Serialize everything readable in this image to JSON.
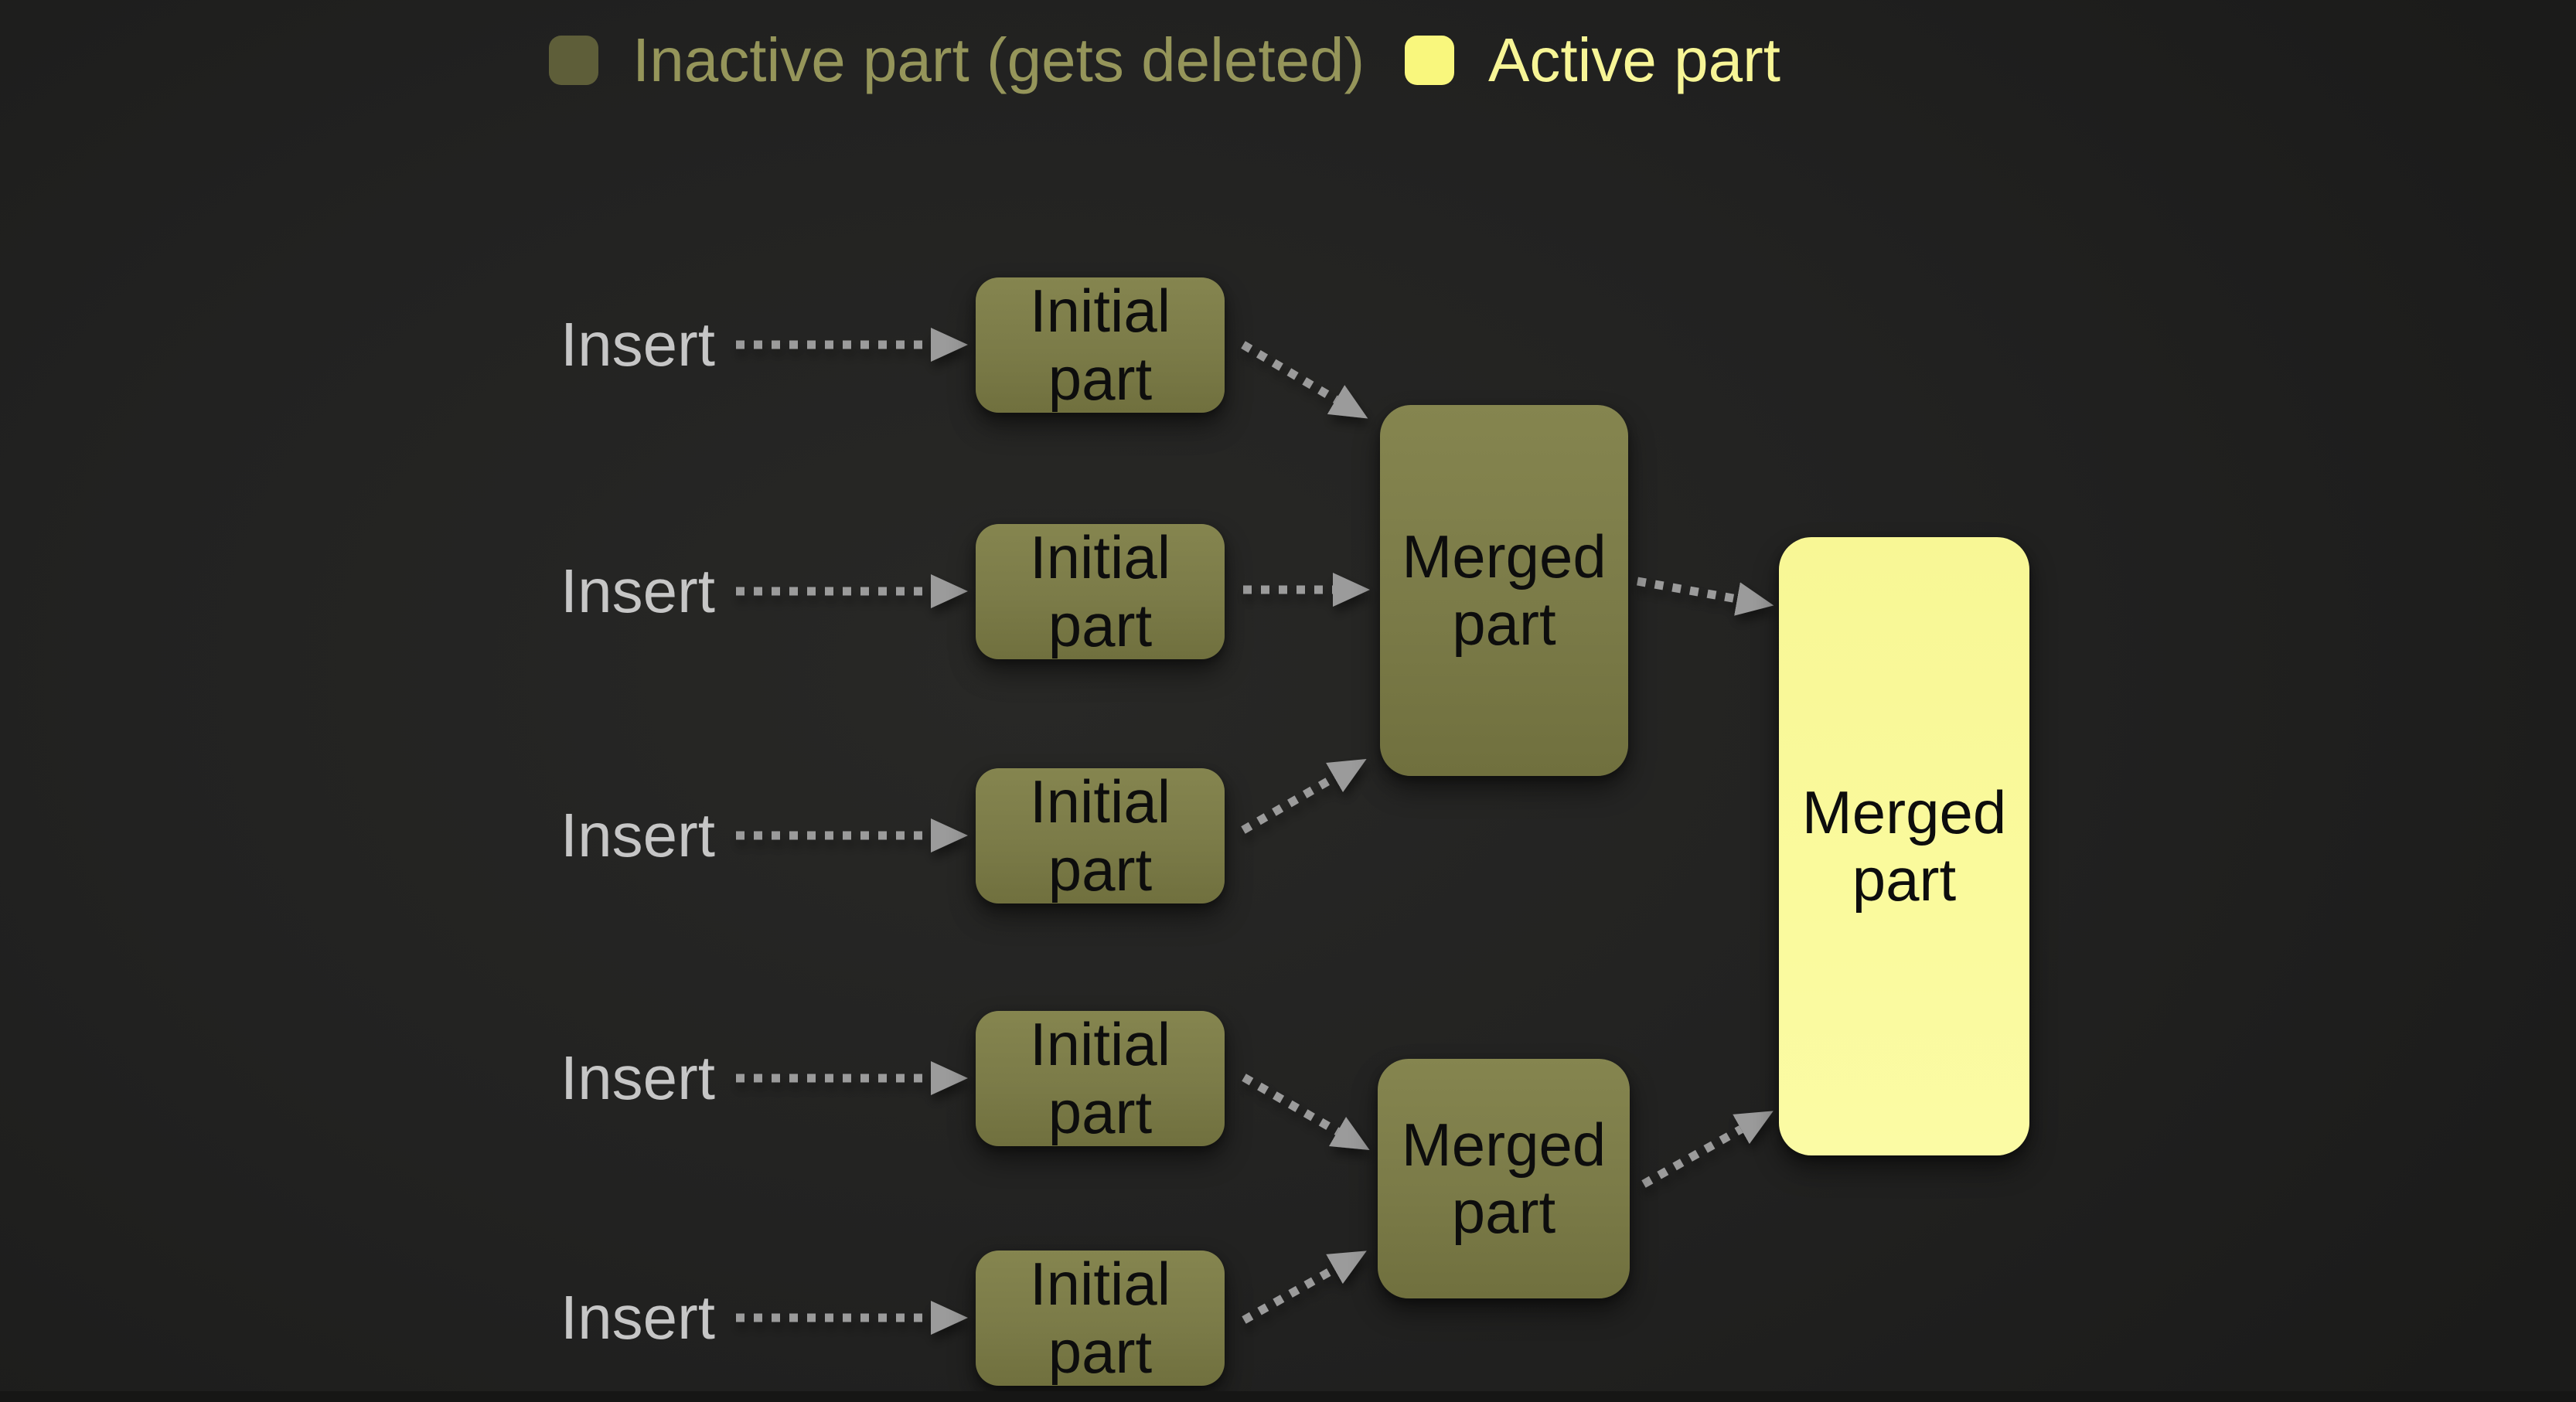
{
  "legend": {
    "inactive_label": "Inactive part (gets deleted)",
    "active_label": "Active part",
    "inactive_color": "#5e5e39",
    "active_color": "#f9f77d",
    "inactive_text_color": "#95955a",
    "active_text_color": "#f7f596"
  },
  "diagram": {
    "insert_label": "Insert",
    "nodes": [
      {
        "id": "initial-1",
        "label": "Initial part",
        "state": "inactive"
      },
      {
        "id": "initial-2",
        "label": "Initial part",
        "state": "inactive"
      },
      {
        "id": "initial-3",
        "label": "Initial part",
        "state": "inactive"
      },
      {
        "id": "initial-4",
        "label": "Initial part",
        "state": "inactive"
      },
      {
        "id": "initial-5",
        "label": "Initial part",
        "state": "inactive"
      },
      {
        "id": "merged-1",
        "label": "Merged part",
        "state": "inactive"
      },
      {
        "id": "merged-2",
        "label": "Merged part",
        "state": "inactive"
      },
      {
        "id": "merged-final",
        "label": "Merged part",
        "state": "active"
      }
    ],
    "edges": [
      {
        "from": "insert-1",
        "to": "initial-1"
      },
      {
        "from": "insert-2",
        "to": "initial-2"
      },
      {
        "from": "insert-3",
        "to": "initial-3"
      },
      {
        "from": "insert-4",
        "to": "initial-4"
      },
      {
        "from": "insert-5",
        "to": "initial-5"
      },
      {
        "from": "initial-1",
        "to": "merged-1"
      },
      {
        "from": "initial-2",
        "to": "merged-1"
      },
      {
        "from": "initial-3",
        "to": "merged-1"
      },
      {
        "from": "initial-4",
        "to": "merged-2"
      },
      {
        "from": "initial-5",
        "to": "merged-2"
      },
      {
        "from": "merged-1",
        "to": "merged-final"
      },
      {
        "from": "merged-2",
        "to": "merged-final"
      }
    ],
    "colors": {
      "inactive_fill": "#7b7b48",
      "active_fill": "#fafa9d",
      "arrow": "#9b9b9b",
      "insert_text": "#c6c6c6",
      "box_text": "#0d0d0d",
      "background": "#222221"
    }
  }
}
